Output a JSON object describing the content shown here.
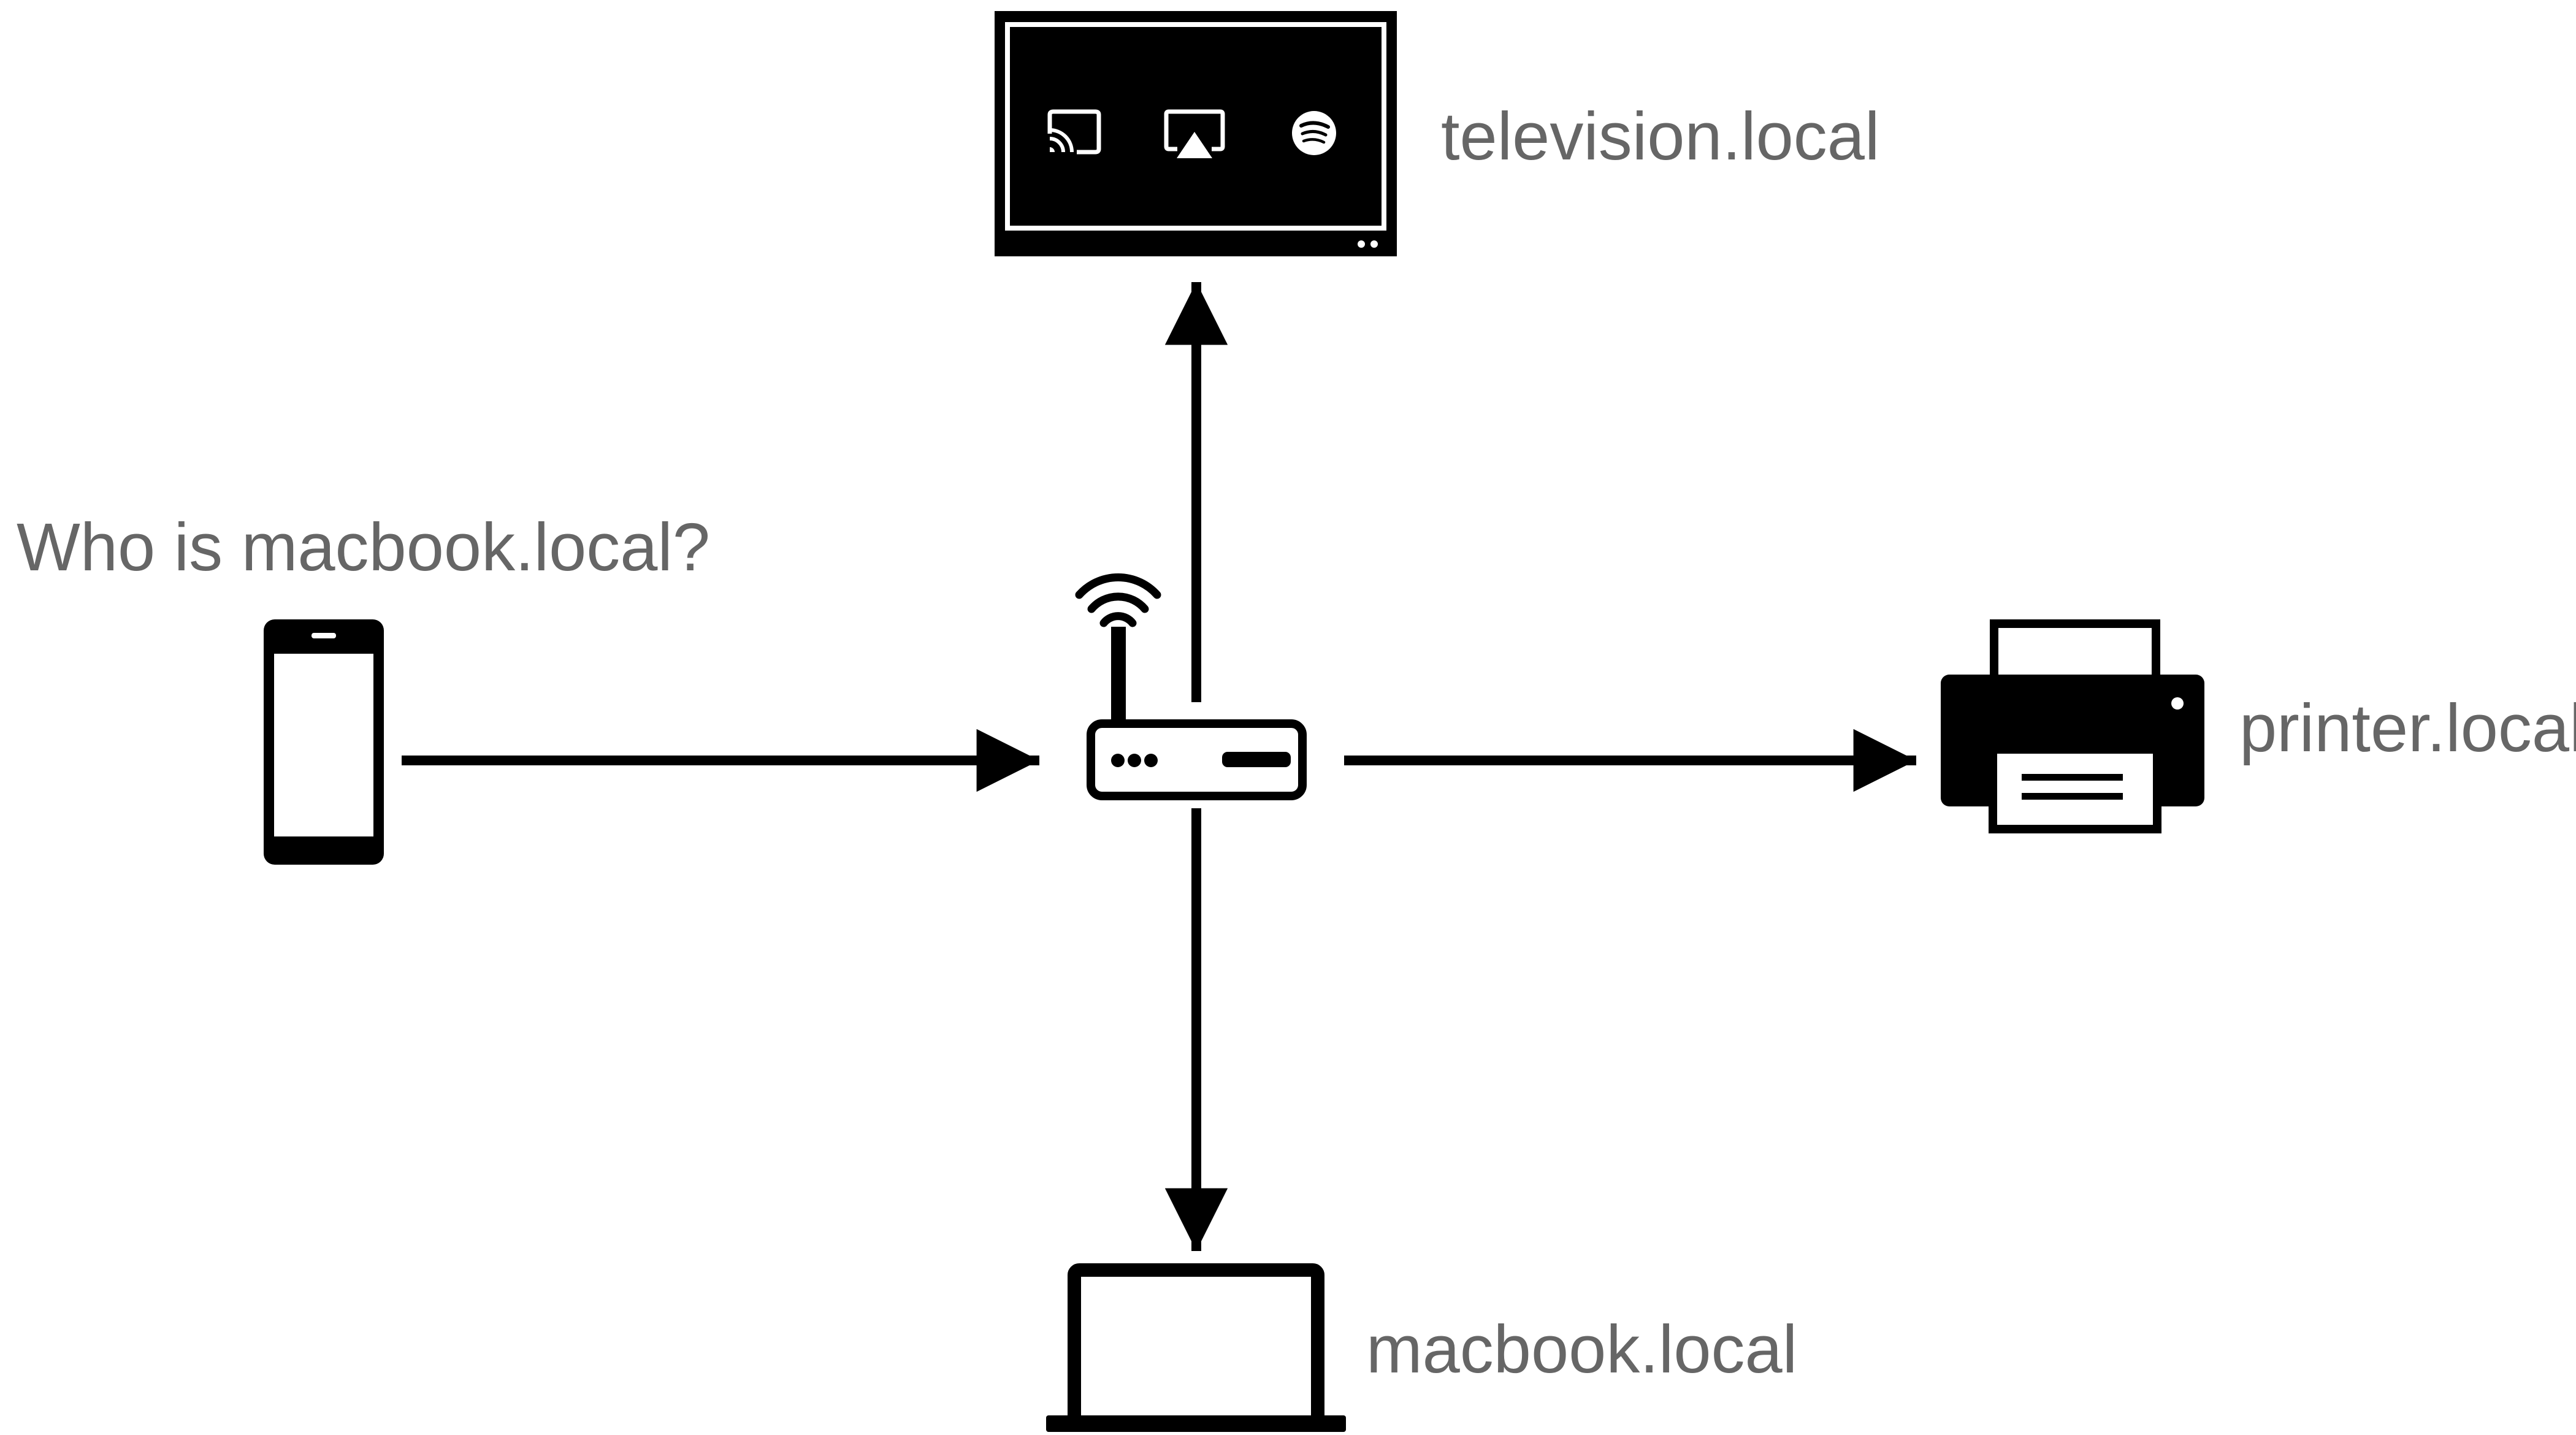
{
  "diagram": {
    "query_label": "Who is macbook.local?",
    "nodes": {
      "phone": {
        "icon": "smartphone-icon"
      },
      "router": {
        "icon": "wifi-router-icon"
      },
      "television": {
        "label": "television.local",
        "icon": "television-icon"
      },
      "printer": {
        "label": "printer.local",
        "icon": "printer-icon"
      },
      "laptop": {
        "label": "macbook.local",
        "icon": "laptop-icon"
      }
    },
    "tv_apps": [
      "chromecast-icon",
      "airplay-icon",
      "spotify-icon"
    ],
    "edges": [
      {
        "from": "phone",
        "to": "router"
      },
      {
        "from": "router",
        "to": "television"
      },
      {
        "from": "router",
        "to": "printer"
      },
      {
        "from": "router",
        "to": "laptop"
      }
    ],
    "colors": {
      "line": "#000000",
      "text": "#666666",
      "background": "#ffffff"
    }
  }
}
